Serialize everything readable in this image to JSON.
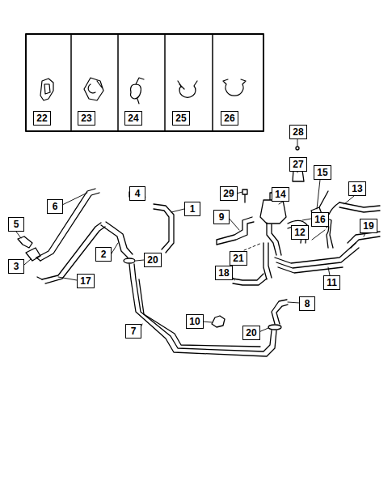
{
  "diagram": {
    "nodes": [
      {
        "text": [
          "22"
        ]
      },
      {
        "text": [
          "23"
        ]
      },
      {
        "text": [
          "24"
        ]
      },
      {
        "text": [
          "25"
        ]
      },
      {
        "text": [
          "26"
        ]
      },
      {
        "text": [
          "28"
        ]
      },
      {
        "text": [
          "27"
        ]
      },
      {
        "text": [
          "15"
        ]
      },
      {
        "text": [
          "4"
        ]
      },
      {
        "text": [
          "29"
        ]
      },
      {
        "text": [
          "13"
        ]
      },
      {
        "text": [
          "6"
        ]
      },
      {
        "text": [
          "1"
        ]
      },
      {
        "text": [
          "14"
        ]
      },
      {
        "text": [
          "16"
        ]
      },
      {
        "text": [
          "9"
        ]
      },
      {
        "text": [
          "5"
        ]
      },
      {
        "text": [
          "12"
        ]
      },
      {
        "text": [
          "2"
        ]
      },
      {
        "text": [
          "20"
        ]
      },
      {
        "text": [
          "19"
        ]
      },
      {
        "text": [
          "3"
        ]
      },
      {
        "text": [
          "21"
        ]
      },
      {
        "text": [
          "17"
        ]
      },
      {
        "text": [
          "18"
        ]
      },
      {
        "text": [
          "11"
        ]
      },
      {
        "text": [
          "8"
        ]
      },
      {
        "text": [
          "7"
        ]
      },
      {
        "text": [
          "10"
        ]
      },
      {
        "text": [
          "20"
        ]
      }
    ]
  }
}
